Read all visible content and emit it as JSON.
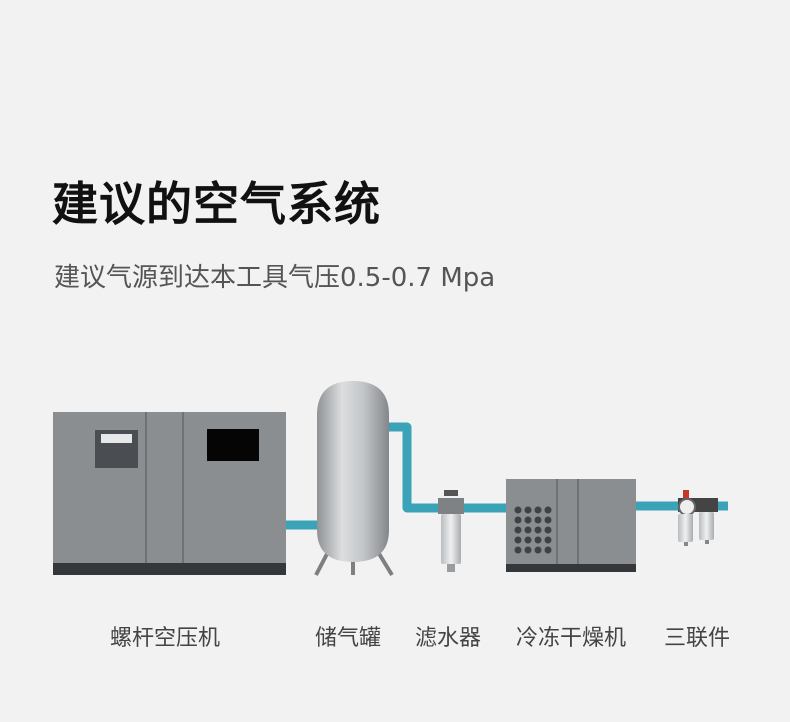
{
  "header": {
    "title": "建议的空气系统",
    "subtitle": "建议气源到达本工具气压0.5-0.7 Mpa"
  },
  "components": [
    {
      "id": "compressor",
      "label": "螺杆空压机"
    },
    {
      "id": "tank",
      "label": "储气罐"
    },
    {
      "id": "filter",
      "label": "滤水器"
    },
    {
      "id": "dryer",
      "label": "冷冻干燥机"
    },
    {
      "id": "frl",
      "label": "三联件"
    }
  ],
  "colors": {
    "pipe": "#3aa3b8",
    "machine_body": "#8b8e90",
    "machine_dark": "#34383b",
    "tank_light": "#d4d6d8",
    "tank_dark": "#8d9093"
  }
}
